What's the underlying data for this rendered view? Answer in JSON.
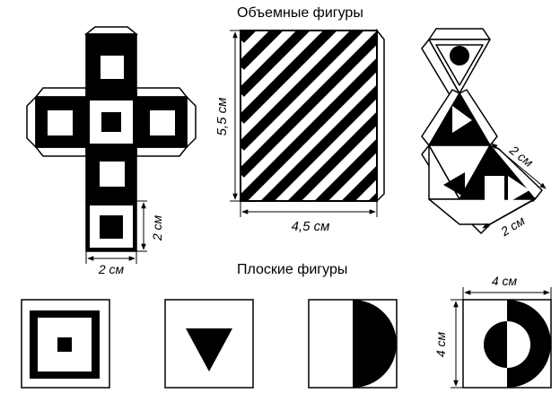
{
  "headings": {
    "volumetric": "Объемные фигуры",
    "flat": "Плоские фигуры"
  },
  "dimensions": {
    "cube_side": "2 см",
    "cube_bottom": "2 см",
    "prism_height": "5,5 см",
    "prism_width": "4,5 см",
    "tetra_upper": "2 см",
    "tetra_lower": "2 см",
    "flat_width": "4 см",
    "flat_height": "4 см"
  },
  "colors": {
    "ink": "#000000",
    "paper": "#ffffff"
  }
}
